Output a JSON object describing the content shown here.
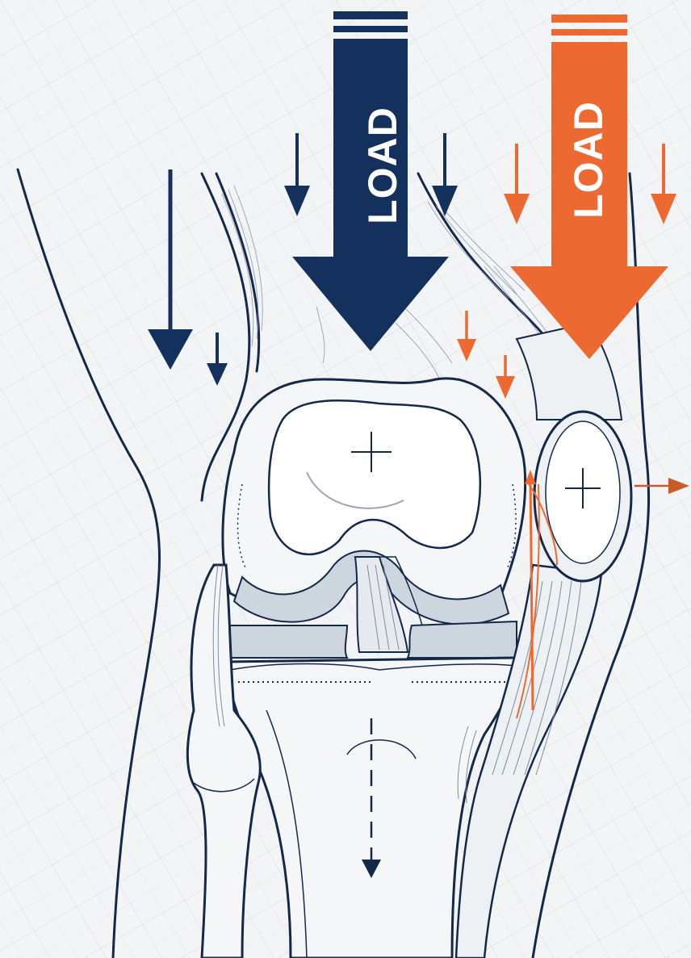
{
  "diagram": {
    "labels": {
      "load_primary": "LOAD",
      "load_secondary": "LOAD"
    },
    "colors": {
      "background": "#f3f4f6",
      "grid": "#d3d7dd",
      "outline": "#14284a",
      "primary_load": "#14305c",
      "secondary_load": "#ec6a32",
      "cartilage": "#cdd5de",
      "bone_fill": "#f5f6f8"
    },
    "icons": [
      "large-down-arrow-navy",
      "large-down-arrow-orange",
      "small-down-arrow-navy",
      "small-down-arrow-orange",
      "right-arrow-orange",
      "crosshair-marker",
      "dashed-down-arrow"
    ]
  }
}
